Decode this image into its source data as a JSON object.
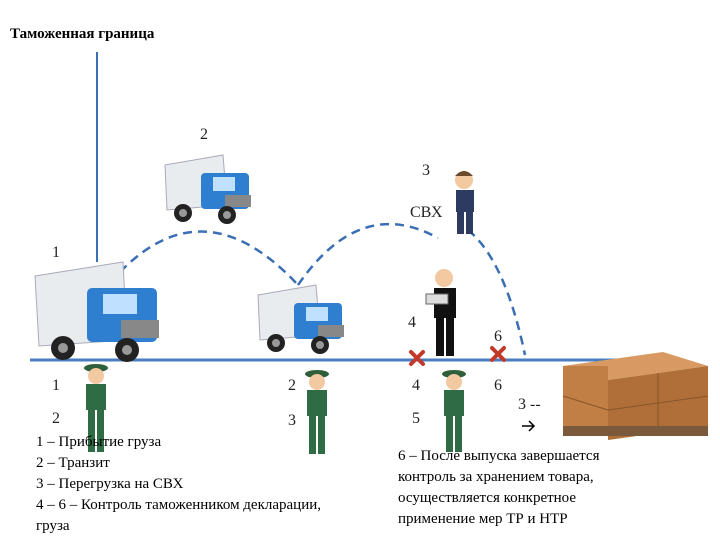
{
  "title": "Таможенная граница",
  "labels": {
    "n2_top": "2",
    "n3_top": "3",
    "svx": "СВХ",
    "n1_mid": "1",
    "n4_partial": "4",
    "n6_mid": "6",
    "row1_1": "1",
    "row1_2": "2",
    "row1_4": "4",
    "row1_6": "6",
    "row2_2": "2",
    "row2_3": "3",
    "row2_5": "5",
    "arrow3": "3 --"
  },
  "legend_left": [
    "1 – Прибытие груза",
    "2 – Транзит",
    "3 – Перегрузка на СВХ",
    "4 – 6 – Контроль таможенником декларации,",
    "груза"
  ],
  "legend_right": [
    "6 – После выпуска завершается",
    "контроль за хранением товара,",
    "осуществляется конкретное",
    "применение мер ТР и НТР"
  ],
  "colors": {
    "route": "#3b6fb3",
    "ground": "#4a7ec0",
    "truck_cab": "#2f7fd0",
    "cross": "#c0392b"
  }
}
